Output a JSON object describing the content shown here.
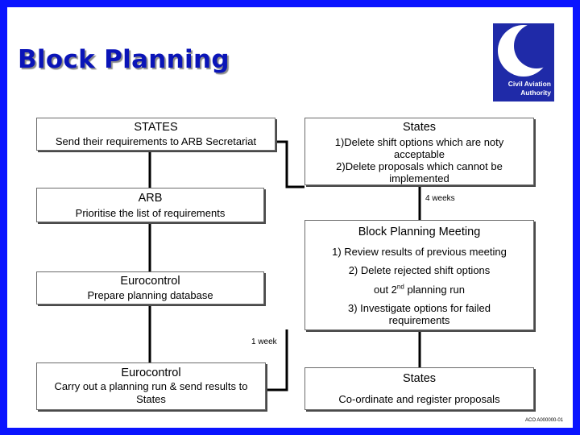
{
  "title": "Block Planning",
  "logo": {
    "line1": "Civil Aviation",
    "line2": "Authority"
  },
  "boxes": {
    "states_left": {
      "heading": "STATES",
      "text": "Send their requirements to ARB Secretariat"
    },
    "states_right": {
      "heading": "States",
      "line1": "1)Delete shift options which are noty",
      "line2": "acceptable",
      "line3": "2)Delete proposals which cannot be",
      "line4": "implemented"
    },
    "arb": {
      "heading": "ARB",
      "text": "Prioritise the list of requirements"
    },
    "block_meeting": {
      "heading": "Block Planning Meeting",
      "item1": "1) Review results of previous meeting",
      "item2": "2) Delete rejected shift options",
      "item3_pre": "out 2",
      "item3_sup": "nd",
      "item3_post": " planning run",
      "item4_line1": "3) Investigate options for failed",
      "item4_line2": "requirements"
    },
    "eurocontrol_1": {
      "heading": "Eurocontrol",
      "text": "Prepare planning database"
    },
    "eurocontrol_2": {
      "heading": "Eurocontrol",
      "line1": "Carry out a planning run & send results to",
      "line2": "States"
    },
    "states_bottom": {
      "heading": "States",
      "text": "Co-ordinate and register proposals"
    }
  },
  "labels": {
    "four_weeks": "4 weeks",
    "one_week": "1 week"
  },
  "footer_code": "ACO A000000-01",
  "colors": {
    "frame": "#0a14ff",
    "title": "#0a14b8",
    "logo": "#1f2aa8",
    "connector": "#000000"
  }
}
